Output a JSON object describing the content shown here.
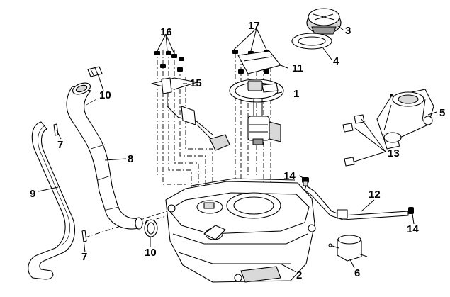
{
  "callouts": {
    "c1": "1",
    "c2": "2",
    "c3": "3",
    "c4": "4",
    "c5": "5",
    "c6": "6",
    "c7a": "7",
    "c7b": "7",
    "c8": "8",
    "c9": "9",
    "c10a": "10",
    "c10b": "10",
    "c11": "11",
    "c12": "12",
    "c13": "13",
    "c14a": "14",
    "c14b": "14",
    "c15": "15",
    "c16": "16",
    "c17": "17"
  }
}
